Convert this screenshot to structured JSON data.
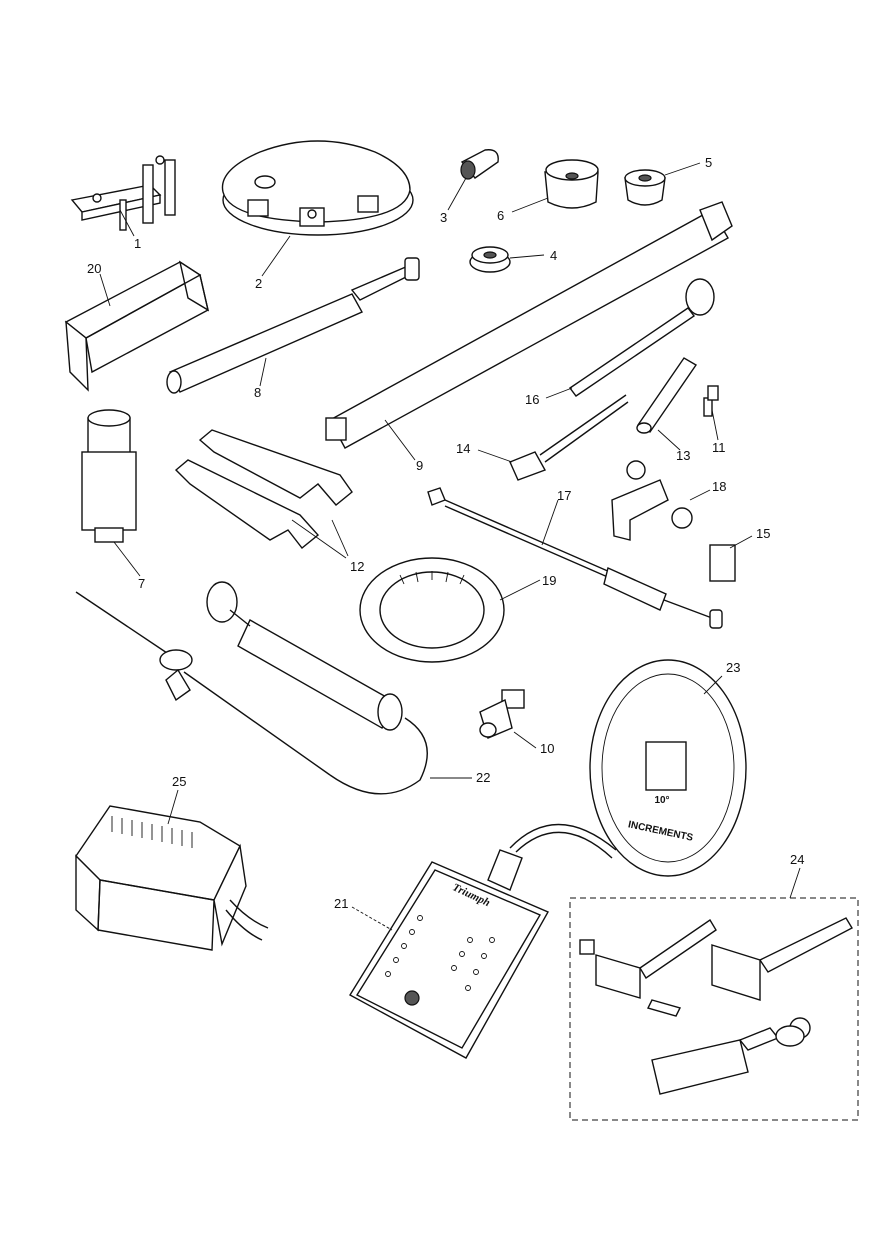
{
  "callouts": [
    "1",
    "2",
    "3",
    "4",
    "5",
    "6",
    "7",
    "8",
    "9",
    "10",
    "11",
    "12",
    "13",
    "14",
    "15",
    "16",
    "17",
    "18",
    "19",
    "20",
    "21",
    "22",
    "23",
    "24",
    "25"
  ],
  "dial_text": {
    "line1": "10°",
    "line2": "INCREMENTS"
  },
  "brand_text": "Triumph"
}
